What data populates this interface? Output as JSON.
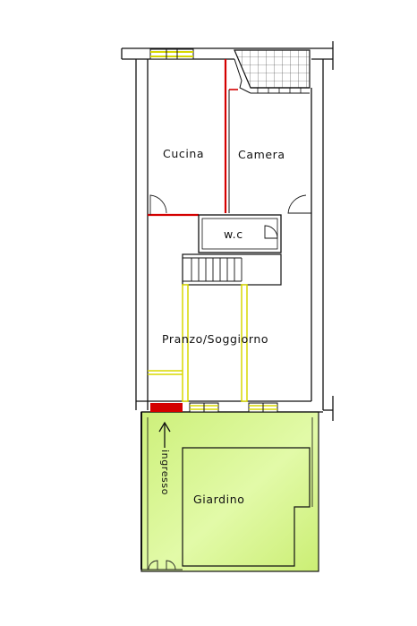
{
  "rooms": {
    "cucina": "Cucina",
    "camera": "Camera",
    "wc": "w.c",
    "pranzo": "Pranzo/Soggiorno",
    "giardino": "Giardino"
  },
  "entrance_label": "ingresso",
  "colors": {
    "wall": "#111111",
    "new_wall": "#d40000",
    "demolished_wall": "#d8d800",
    "garden": "#c8f06e",
    "garden_light": "#e6fbb0",
    "window_glass": "#d8d800"
  }
}
